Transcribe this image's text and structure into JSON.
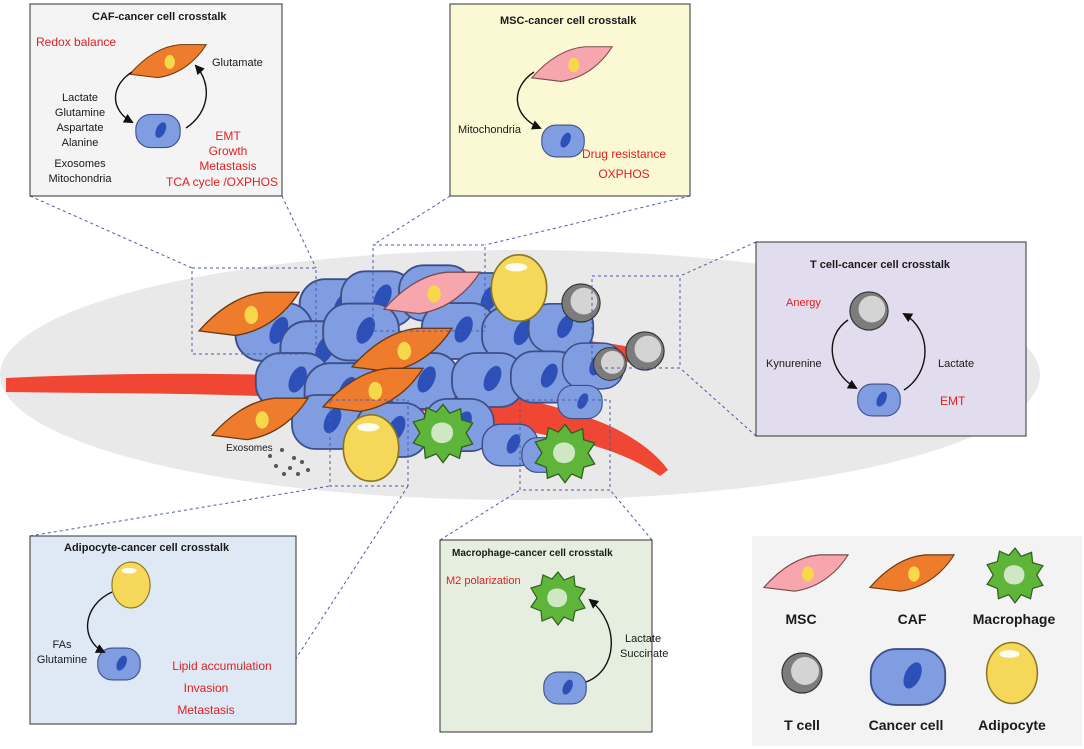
{
  "colors": {
    "msc": "#f7a6ad",
    "caf": "#ee7c2c",
    "macrophage": "#5fb53a",
    "tcell": "#8c8c8c",
    "cancer": "#7f9de0",
    "adipocyte": "#f5d75a",
    "red_text": "#e02020",
    "vessel": "#f04634"
  },
  "central": {
    "exosomes_label": "Exosomes"
  },
  "panels": {
    "caf": {
      "title": "CAF-cancer cell crosstalk",
      "red_labels": [
        "Redox balance",
        "EMT",
        "Growth",
        "Metastasis",
        "TCA cycle /OXPHOS"
      ],
      "black_labels": [
        "Glutamate",
        "Lactate",
        "Glutamine",
        "Aspartate",
        "Alanine",
        "Exosomes",
        "Mitochondria"
      ]
    },
    "msc": {
      "title": "MSC-cancer cell crosstalk",
      "black_labels": [
        "Mitochondria"
      ],
      "red_labels": [
        "Drug resistance",
        "OXPHOS"
      ]
    },
    "tcell": {
      "title": "T cell-cancer cell crosstalk",
      "red_labels": [
        "Anergy",
        "EMT"
      ],
      "black_labels": [
        "Kynurenine",
        "Lactate"
      ]
    },
    "adipocyte": {
      "title": "Adipocyte-cancer cell crosstalk",
      "black_labels": [
        "FAs",
        "Glutamine"
      ],
      "red_labels": [
        "Lipid accumulation",
        "Invasion",
        "Metastasis"
      ]
    },
    "macrophage": {
      "title": "Macrophage-cancer cell crosstalk",
      "red_labels": [
        "M2 polarization"
      ],
      "black_labels": [
        "Lactate",
        "Succinate"
      ]
    }
  },
  "legend": {
    "items": [
      "MSC",
      "CAF",
      "Macrophage",
      "T cell",
      "Cancer cell",
      "Adipocyte"
    ]
  }
}
